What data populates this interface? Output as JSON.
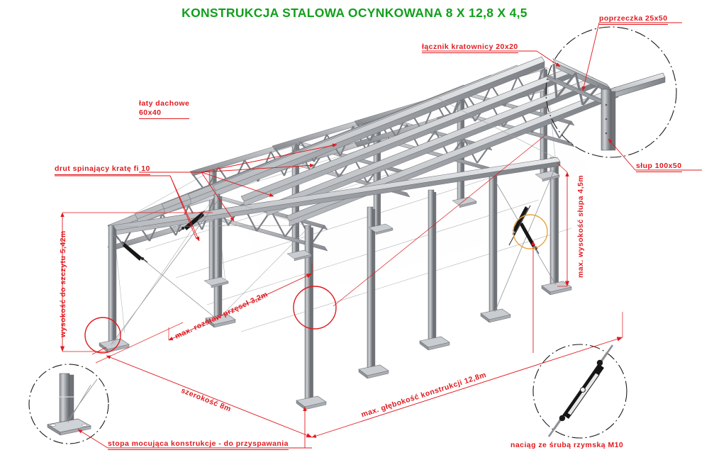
{
  "title": "KONSTRUKCJA STALOWA OCYNKOWANA 8 X 12,8 X 4,5",
  "colors": {
    "title_green": "#11a01b",
    "annotation_red": "#e0191e",
    "steel_light": "#d5d7da",
    "steel_mid": "#9a9da1",
    "steel_dark": "#6d7074",
    "highlight_circle_red": "#e0191e",
    "highlight_circle_orange": "#e8a33c",
    "detail_circle_black": "#1a1a1a",
    "background": "#ffffff"
  },
  "annotations": {
    "roof_battens": "łaty dachowe\n60x40",
    "roof_battens_line1": "łaty dachowe",
    "roof_battens_line2": "60x40",
    "bracing_wire": "drut spinający kratę fi 10",
    "truss_connector": "łącznik kratownicy 20x20",
    "crossbar": "poprzeczka 25x50",
    "column": "słup 100x50",
    "base_plate": "stopa mocująca konstrukcje - do przyspawania",
    "turnbuckle": "naciąg ze śrubą rzymską M10"
  },
  "dimensions": {
    "ridge_height": "wysokość do szczytu 5,42m",
    "column_height": "max. wysokość słupa 4,5m",
    "bay_spacing": "max. rozstaw przęseł 3,2m",
    "width": "szerokość 8m",
    "depth": "max. głębokość konstrukcji 12,8m"
  },
  "spec_values": {
    "width_m": "8",
    "depth_m": "12,8",
    "column_height_m": "4,5",
    "ridge_height_m": "5,42",
    "bay_spacing_m": "3,2",
    "batten_profile": "60x40",
    "column_profile": "100x50",
    "crossbar_profile": "25x50",
    "connector_profile": "20x20",
    "wire_dia": "fi 10",
    "turnbuckle_thread": "M10"
  }
}
